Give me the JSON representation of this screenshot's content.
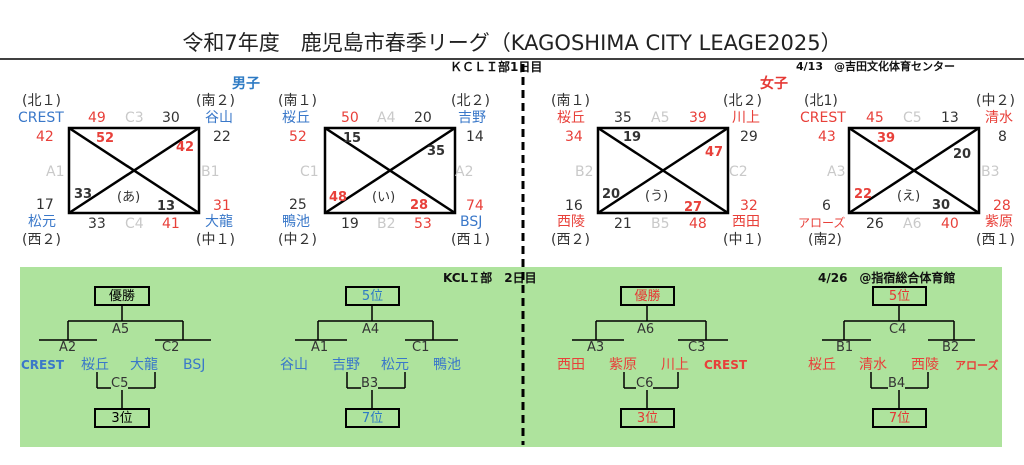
{
  "title": "令和7年度　鹿児島市春季リーグ（KAGOSHIMA CITY LEAGE2025）",
  "day1": {
    "header": "ＫＣＬＩ部1日目",
    "date_venue": "4/13　@吉田文化体育センター",
    "men_label": "男子",
    "women_label": "女子",
    "groups": [
      {
        "name": "(あ)",
        "tl_rank": "(北１)",
        "tl": "CREST",
        "tr_rank": "(南２)",
        "tr": "谷山",
        "bl": "松元",
        "bl_rank": "(西２)",
        "br": "大龍",
        "br_rank": "(中１)",
        "m_top": "C3",
        "m_left": "A1",
        "m_right": "B1",
        "m_bottom": "C4",
        "top_l": "49",
        "top_r": "30",
        "left_t": "42",
        "left_b": "17",
        "right_t": "22",
        "right_b": "31",
        "bot_l": "33",
        "bot_r": "41",
        "d1_a": "52",
        "d1_b": "13",
        "d2_a": "42",
        "d2_b": "33"
      },
      {
        "name": "(い)",
        "tl_rank": "(南１)",
        "tl": "桜丘",
        "tr_rank": "(北２)",
        "tr": "吉野",
        "bl": "鴨池",
        "bl_rank": "(中２)",
        "br": "BSJ",
        "br_rank": "(西１)",
        "m_top": "A4",
        "m_left": "C1",
        "m_right": "A2",
        "m_bottom": "B2",
        "top_l": "50",
        "top_r": "20",
        "left_t": "52",
        "left_b": "25",
        "right_t": "14",
        "right_b": "74",
        "bot_l": "19",
        "bot_r": "53",
        "d1_a": "15",
        "d1_b": "28",
        "d2_a": "35",
        "d2_b": "48"
      },
      {
        "name": "(う)",
        "tl_rank": "(南１)",
        "tl": "桜丘",
        "tr_rank": "(北２)",
        "tr": "川上",
        "bl": "西陵",
        "bl_rank": "(西２)",
        "br": "西田",
        "br_rank": "(中１)",
        "m_top": "A5",
        "m_left": "B2",
        "m_right": "C2",
        "m_bottom": "B5",
        "top_l": "35",
        "top_r": "39",
        "left_t": "34",
        "left_b": "16",
        "right_t": "29",
        "right_b": "32",
        "bot_l": "21",
        "bot_r": "48",
        "d1_a": "19",
        "d1_b": "27",
        "d2_a": "47",
        "d2_b": "20"
      },
      {
        "name": "(え)",
        "tl_rank": "(北1)",
        "tl": "CREST",
        "tr_rank": "(中２)",
        "tr": "清水",
        "bl": "アローズ",
        "bl_rank": "(南2)",
        "br": "紫原",
        "br_rank": "(西１)",
        "m_top": "C5",
        "m_left": "A3",
        "m_right": "B3",
        "m_bottom": "A6",
        "top_l": "45",
        "top_r": "13",
        "left_t": "43",
        "left_b": "6",
        "right_t": "8",
        "right_b": "28",
        "bot_l": "26",
        "bot_r": "40",
        "d1_a": "39",
        "d1_b": "30",
        "d2_a": "20",
        "d2_b": "22"
      }
    ]
  },
  "day2": {
    "header": "KCLＩ部　2日目",
    "date_venue": "4/26　@指宿総合体育館",
    "brackets": [
      {
        "top": "優勝",
        "bottom": "3位",
        "final": "A5",
        "sf_left": "A2",
        "sf_right": "C2",
        "third": "C5",
        "teams": [
          "CREST",
          "桜丘",
          "大龍",
          "BSJ"
        ]
      },
      {
        "top": "5位",
        "bottom": "7位",
        "final": "A4",
        "sf_left": "A1",
        "sf_right": "C1",
        "third": "B3",
        "teams": [
          "谷山",
          "吉野",
          "松元",
          "鴨池"
        ]
      },
      {
        "top": "優勝",
        "bottom": "3位",
        "final": "A6",
        "sf_left": "A3",
        "sf_right": "C3",
        "third": "C6",
        "teams": [
          "西田",
          "紫原",
          "川上",
          "CREST"
        ]
      },
      {
        "top": "5位",
        "bottom": "7位",
        "final": "C4",
        "sf_left": "B1",
        "sf_right": "B2",
        "third": "B4",
        "teams": [
          "桜丘",
          "清水",
          "西陵",
          "アローズ"
        ]
      }
    ]
  },
  "colors": {
    "team_blue": "#2e7bc4",
    "team_red": "#e53935",
    "panel_green": "#aee39d"
  }
}
